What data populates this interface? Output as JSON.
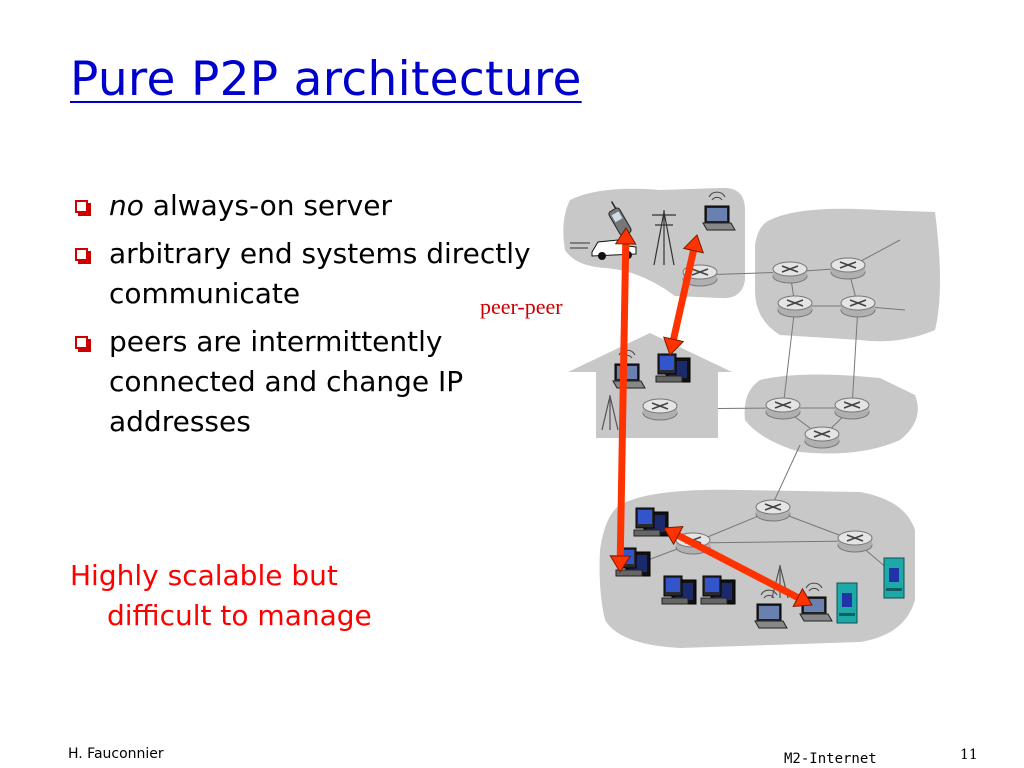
{
  "slide": {
    "title": "Pure P2P architecture",
    "bullets": [
      {
        "emph": "no",
        "text": " always-on server"
      },
      {
        "emph": "",
        "text": "arbitrary end systems directly communicate"
      },
      {
        "emph": "",
        "text": "peers are intermittently connected and change IP addresses"
      }
    ],
    "note_line1": "Highly scalable but",
    "note_line2": "difficult to manage"
  },
  "diagram": {
    "peer_label": "peer-peer",
    "arrow_color": "#ff3300",
    "region_color": "#c8c8c8",
    "icons": [
      "router-icon",
      "laptop-icon",
      "desktop-icon",
      "server-icon",
      "cellphone-icon",
      "car-icon",
      "antenna-icon",
      "house-icon"
    ]
  },
  "footer": {
    "author": "H. Fauconnier",
    "course": "M2-Internet",
    "page": "11"
  }
}
